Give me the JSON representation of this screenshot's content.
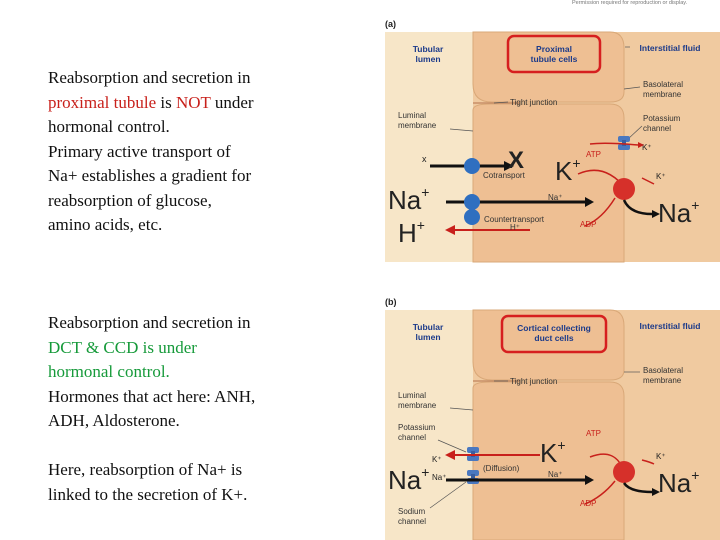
{
  "header_note": "Permission required for reproduction or display.",
  "left_text": {
    "block_a": {
      "line1": "Reabsorption and secretion in",
      "line2_red_1": "proximal tubule",
      "line2_mid": " is ",
      "line2_red_2": "NOT",
      "line2_end": " under",
      "line3": "hormonal control.",
      "line4": "Primary active transport of",
      "line5": "Na+ establishes a gradient for",
      "line6": "reabsorption of glucose,",
      "line7": "amino acids, etc."
    },
    "block_b": {
      "line1": "Reabsorption and secretion in",
      "line2_green": "DCT & CCD is under",
      "line3_green": "hormonal control.",
      "line4": "Hormones that act here: ANH,",
      "line5": "ADH, Aldosterone.",
      "line6": "Here, reabsorption of Na+ is",
      "line7": "linked to the secretion of K+."
    }
  },
  "panel_a": {
    "tag": "(a)",
    "tubular_lumen": [
      "Tubular",
      "lumen"
    ],
    "cells": [
      "Proximal",
      "tubule cells"
    ],
    "interstitial": "Interstitial fluid",
    "basolateral": [
      "Basolateral",
      "membrane"
    ],
    "tight_junction": "Tight junction",
    "luminal": [
      "Luminal",
      "membrane"
    ],
    "potassium_channel": [
      "Potassium",
      "channel"
    ],
    "x_small": "x",
    "x_big": "X",
    "cotransport": "Cotransport",
    "k_big": "K",
    "k_sup": "+",
    "atp": "ATP",
    "k_right": "K⁺",
    "k_lower": "K⁺",
    "na_big_left": "Na",
    "na_sup": "+",
    "h_big_left": "H",
    "na_small": "Na⁺",
    "countertransport": "Countertransport",
    "h_small": "H⁺",
    "adp": "ADP",
    "na_big_right": "Na"
  },
  "panel_b": {
    "tag": "(b)",
    "tubular_lumen": [
      "Tubular",
      "lumen"
    ],
    "cells": [
      "Cortical collecting",
      "duct cells"
    ],
    "interstitial": "Interstitial fluid",
    "basolateral": [
      "Basolateral",
      "membrane"
    ],
    "tight_junction": "Tight junction",
    "luminal": [
      "Luminal",
      "membrane"
    ],
    "potassium_channel": [
      "Potassium",
      "channel"
    ],
    "k_left": "K⁺",
    "k_big": "K",
    "k_sup": "+",
    "atp": "ATP",
    "k_right": "K⁺",
    "na_left_small": "Na⁺",
    "diffusion": "(Diffusion)",
    "na_big_left": "Na",
    "na_sup": "+",
    "na_small": "Na⁺",
    "adp": "ADP",
    "na_big_right": "Na",
    "sodium_channel": [
      "Sodium",
      "channel"
    ]
  },
  "colors": {
    "lumen_fill": "#f7e6c8",
    "cell_fill": "#f0caa0",
    "cell_edge": "#d9a878",
    "red_arrow": "#c8201b",
    "blue_dot": "#2f6fc0",
    "pump_red": "#d6302a",
    "channel_blue": "#4a78c0",
    "highlight_box": "#d61f1f",
    "label_blue": "#1b3a8a"
  }
}
